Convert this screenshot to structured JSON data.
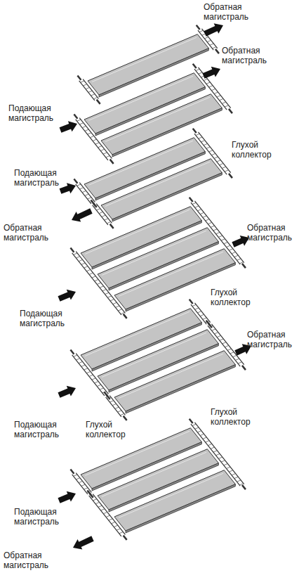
{
  "diagram": {
    "labels": [
      "Обратная магистраль",
      "Обратная магистраль",
      "Подающая магистраль",
      "Глухой коллектор",
      "Подающая магистраль",
      "Обратная магистраль",
      "Обратная магистраль",
      "Подающая магистраль",
      "Глухой коллектор",
      "Обратная магистраль",
      "Подающая магистраль",
      "Глухой коллектор",
      "Глухой коллектор",
      "Подающая магистраль",
      "Обратная магистраль"
    ]
  }
}
